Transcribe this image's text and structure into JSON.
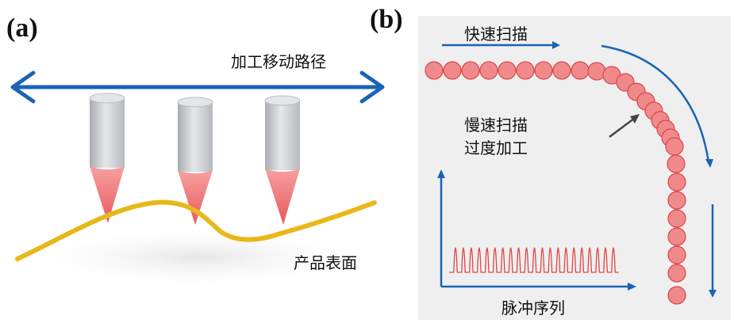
{
  "panel_a": {
    "label": "(a)",
    "path_label": "加工移动路径",
    "surface_label": "产品表面"
  },
  "panel_b": {
    "label": "(b)",
    "fast_scan": "快速扫描",
    "slow_scan_line1": "慢速扫描",
    "slow_scan_line2": "过度加工",
    "pulse_label": "脉冲序列"
  },
  "colors": {
    "arrow_blue": "#1a63b5",
    "beam_pink": "#f07a7a",
    "tool_gray": "#c7c9cc",
    "surface_yellow": "#e8b81a",
    "spot_fill": "#f08a8a",
    "spot_stroke": "#d9464c",
    "panel_bg": "#efefef"
  }
}
